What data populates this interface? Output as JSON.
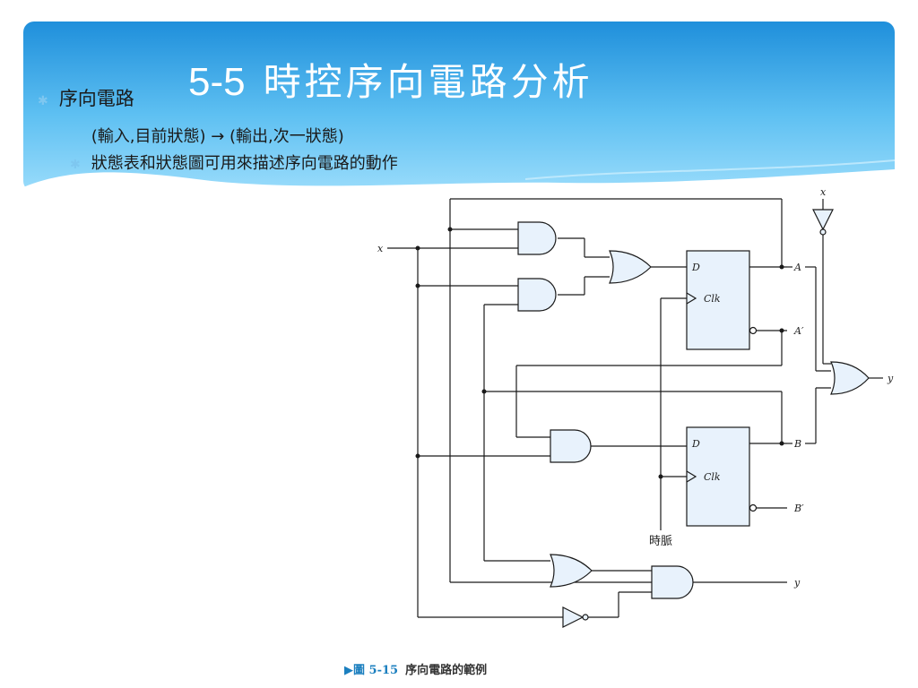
{
  "slide": {
    "title_number": "5-5",
    "title_text": "時控序向電路分析"
  },
  "bullets": [
    {
      "text": "序向電路"
    },
    {
      "text": "(輸入,目前狀態) → (輸出,次一狀態)"
    },
    {
      "text": "狀態表和狀態圖可用來描述序向電路的動作"
    }
  ],
  "diagram": {
    "labels": {
      "input_x": "x",
      "inv_x": "x",
      "out_A": "A",
      "out_A_not": "A′",
      "out_B": "B",
      "out_B_not": "B′",
      "out_y_top": "y",
      "out_y_bottom": "y",
      "ff_D": "D",
      "ff_clk": "Clk",
      "clock": "時脈"
    }
  },
  "caption": {
    "figure": "▶圖 5-15",
    "text": "序向電路的範例"
  },
  "colors": {
    "banner_light": "#8ed8fb",
    "banner_dark": "#2596dd",
    "gate_fill": "#e8f2fc",
    "bullet_mark": "#7ec7f0"
  }
}
